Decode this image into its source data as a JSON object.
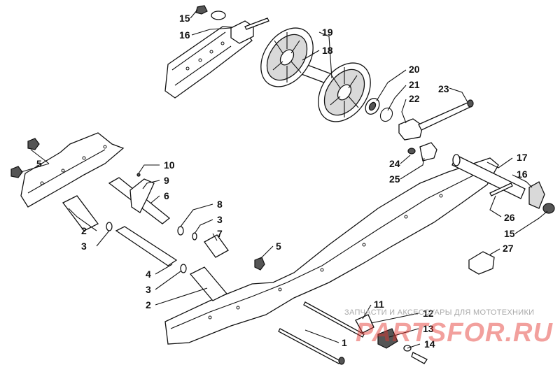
{
  "callouts": [
    {
      "id": "c15a",
      "label": "15"
    },
    {
      "id": "c16a",
      "label": "16"
    },
    {
      "id": "c19",
      "label": "19"
    },
    {
      "id": "c18",
      "label": "18"
    },
    {
      "id": "c20",
      "label": "20"
    },
    {
      "id": "c21",
      "label": "21"
    },
    {
      "id": "c22",
      "label": "22"
    },
    {
      "id": "c23",
      "label": "23"
    },
    {
      "id": "c17",
      "label": "17"
    },
    {
      "id": "c16b",
      "label": "16"
    },
    {
      "id": "c24",
      "label": "24"
    },
    {
      "id": "c25",
      "label": "25"
    },
    {
      "id": "c26",
      "label": "26"
    },
    {
      "id": "c15b",
      "label": "15"
    },
    {
      "id": "c27",
      "label": "27"
    },
    {
      "id": "c5a",
      "label": "5"
    },
    {
      "id": "c10",
      "label": "10"
    },
    {
      "id": "c9",
      "label": "9"
    },
    {
      "id": "c6",
      "label": "6"
    },
    {
      "id": "c8",
      "label": "8"
    },
    {
      "id": "c3a",
      "label": "3"
    },
    {
      "id": "c7",
      "label": "7"
    },
    {
      "id": "c2a",
      "label": "2"
    },
    {
      "id": "c3b",
      "label": "3"
    },
    {
      "id": "c5b",
      "label": "5"
    },
    {
      "id": "c4",
      "label": "4"
    },
    {
      "id": "c3c",
      "label": "3"
    },
    {
      "id": "c2b",
      "label": "2"
    },
    {
      "id": "c11",
      "label": "11"
    },
    {
      "id": "c12",
      "label": "12"
    },
    {
      "id": "c13",
      "label": "13"
    },
    {
      "id": "c1",
      "label": "1"
    },
    {
      "id": "c14",
      "label": "14"
    }
  ],
  "watermark": {
    "caption": "ЗАПЧАСТИ И АКСЕССУАРЫ ДЛЯ МОТОТЕХНИКИ",
    "logo": "PARTSFOR.RU"
  }
}
